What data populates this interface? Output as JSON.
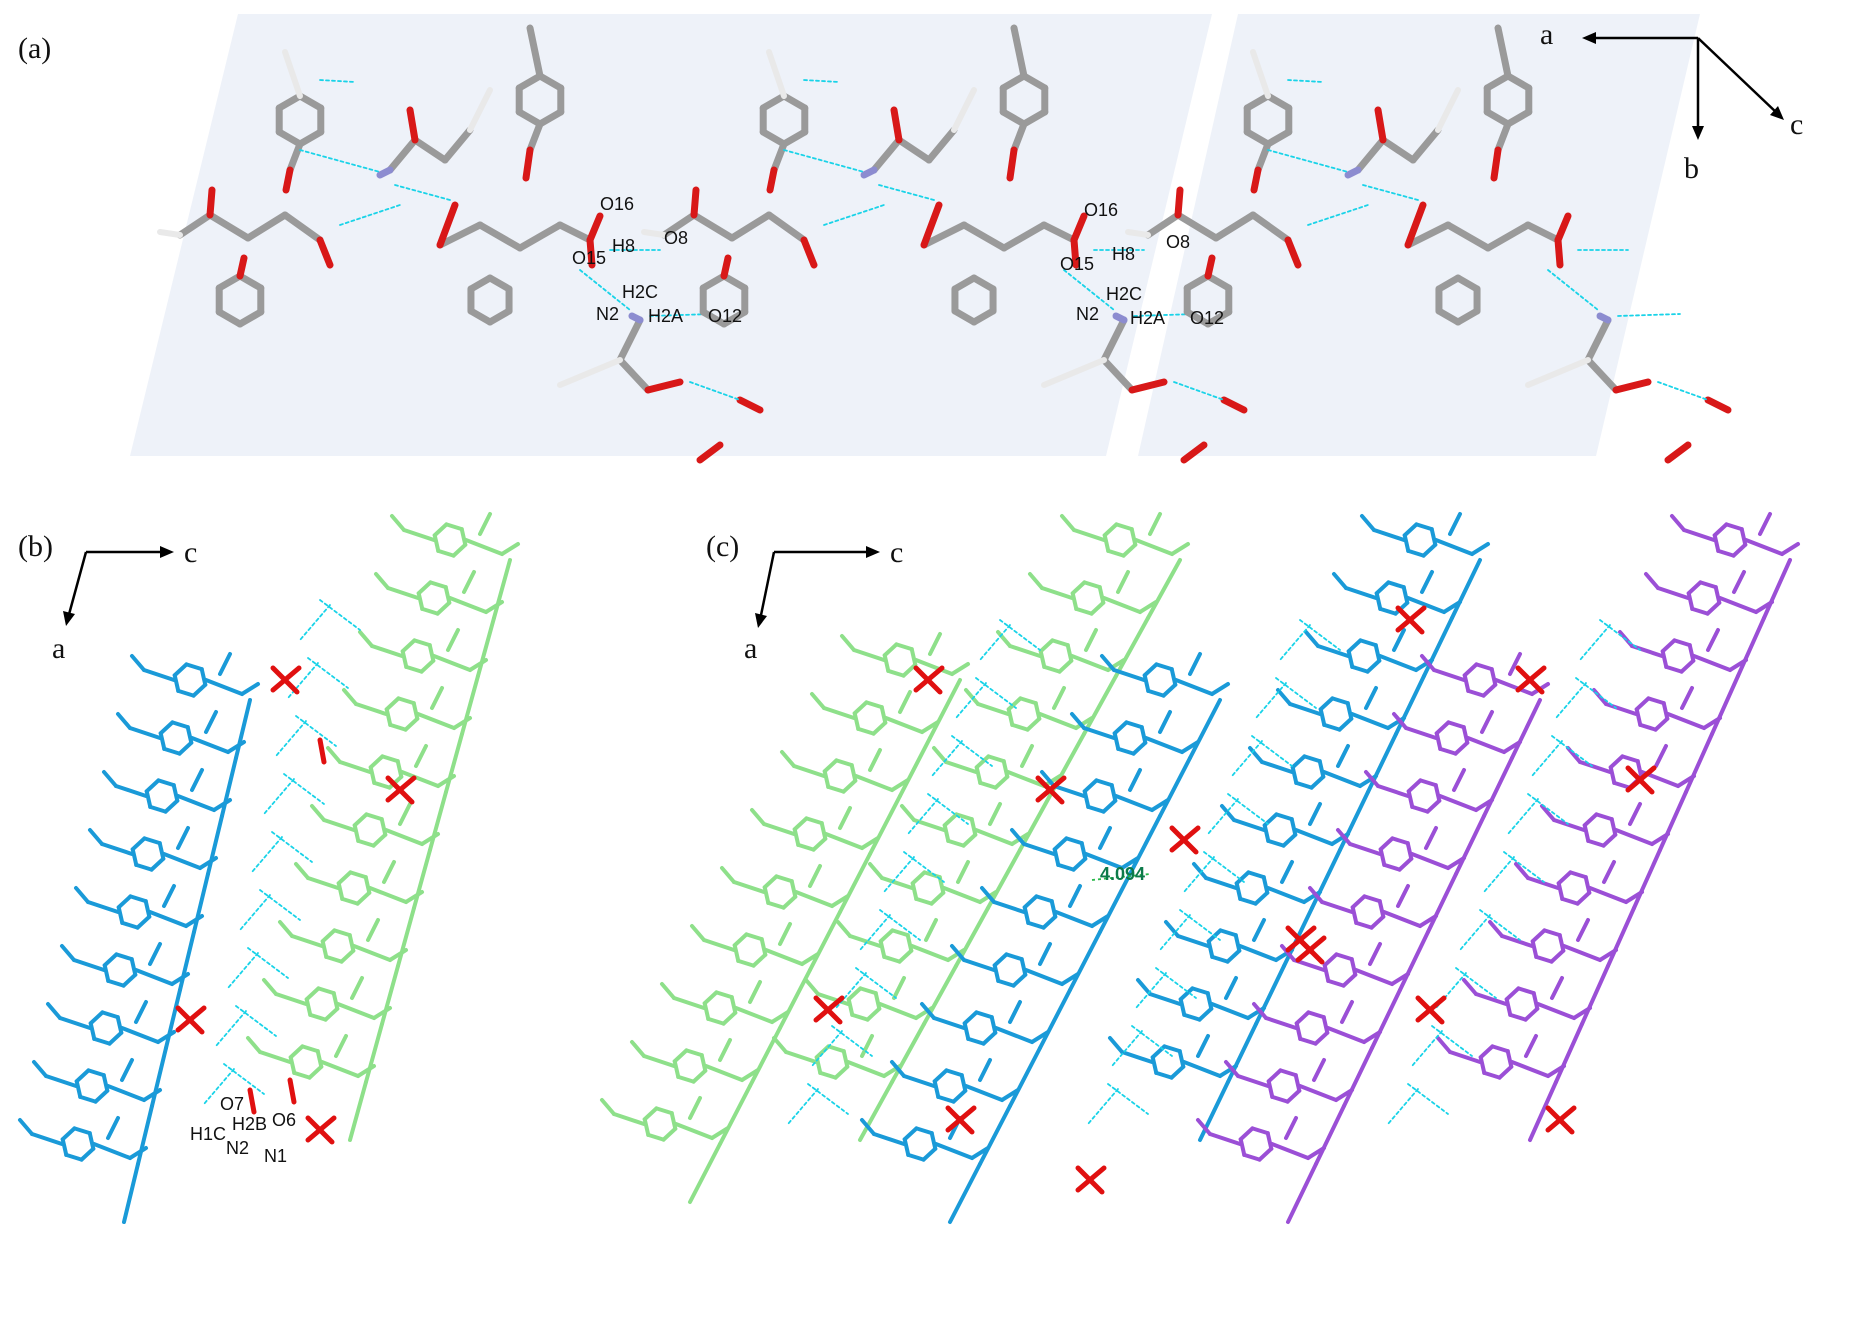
{
  "panels": {
    "a": {
      "label": "(a)",
      "axes": [
        "a",
        "b",
        "c"
      ],
      "atom_labels_unit1": [
        "O16",
        "H8",
        "O8",
        "O15",
        "H2C",
        "N2",
        "H2A",
        "O12"
      ],
      "atom_labels_unit2": [
        "O16",
        "H8",
        "O8",
        "O15",
        "H2C",
        "N2",
        "H2A",
        "O12"
      ]
    },
    "b": {
      "label": "(b)",
      "axes": [
        "c",
        "a"
      ],
      "atom_labels": [
        "O7",
        "H2B",
        "O6",
        "H1C",
        "N2",
        "N1"
      ]
    },
    "c": {
      "label": "(c)",
      "axes": [
        "c",
        "a"
      ],
      "distance": "4.094"
    }
  },
  "colors": {
    "carbon": "#9a9a9a",
    "hydrogen": "#e9e9e9",
    "oxygen": "#d81818",
    "nitrogen": "#8c8cd0",
    "hbond": "#19d3e8",
    "layer_bg": "#eef2f9",
    "chain_green": "#8ee08a",
    "chain_blue": "#1a9ad8",
    "chain_purple": "#9b4fd6",
    "solvent_red": "#e01010"
  }
}
